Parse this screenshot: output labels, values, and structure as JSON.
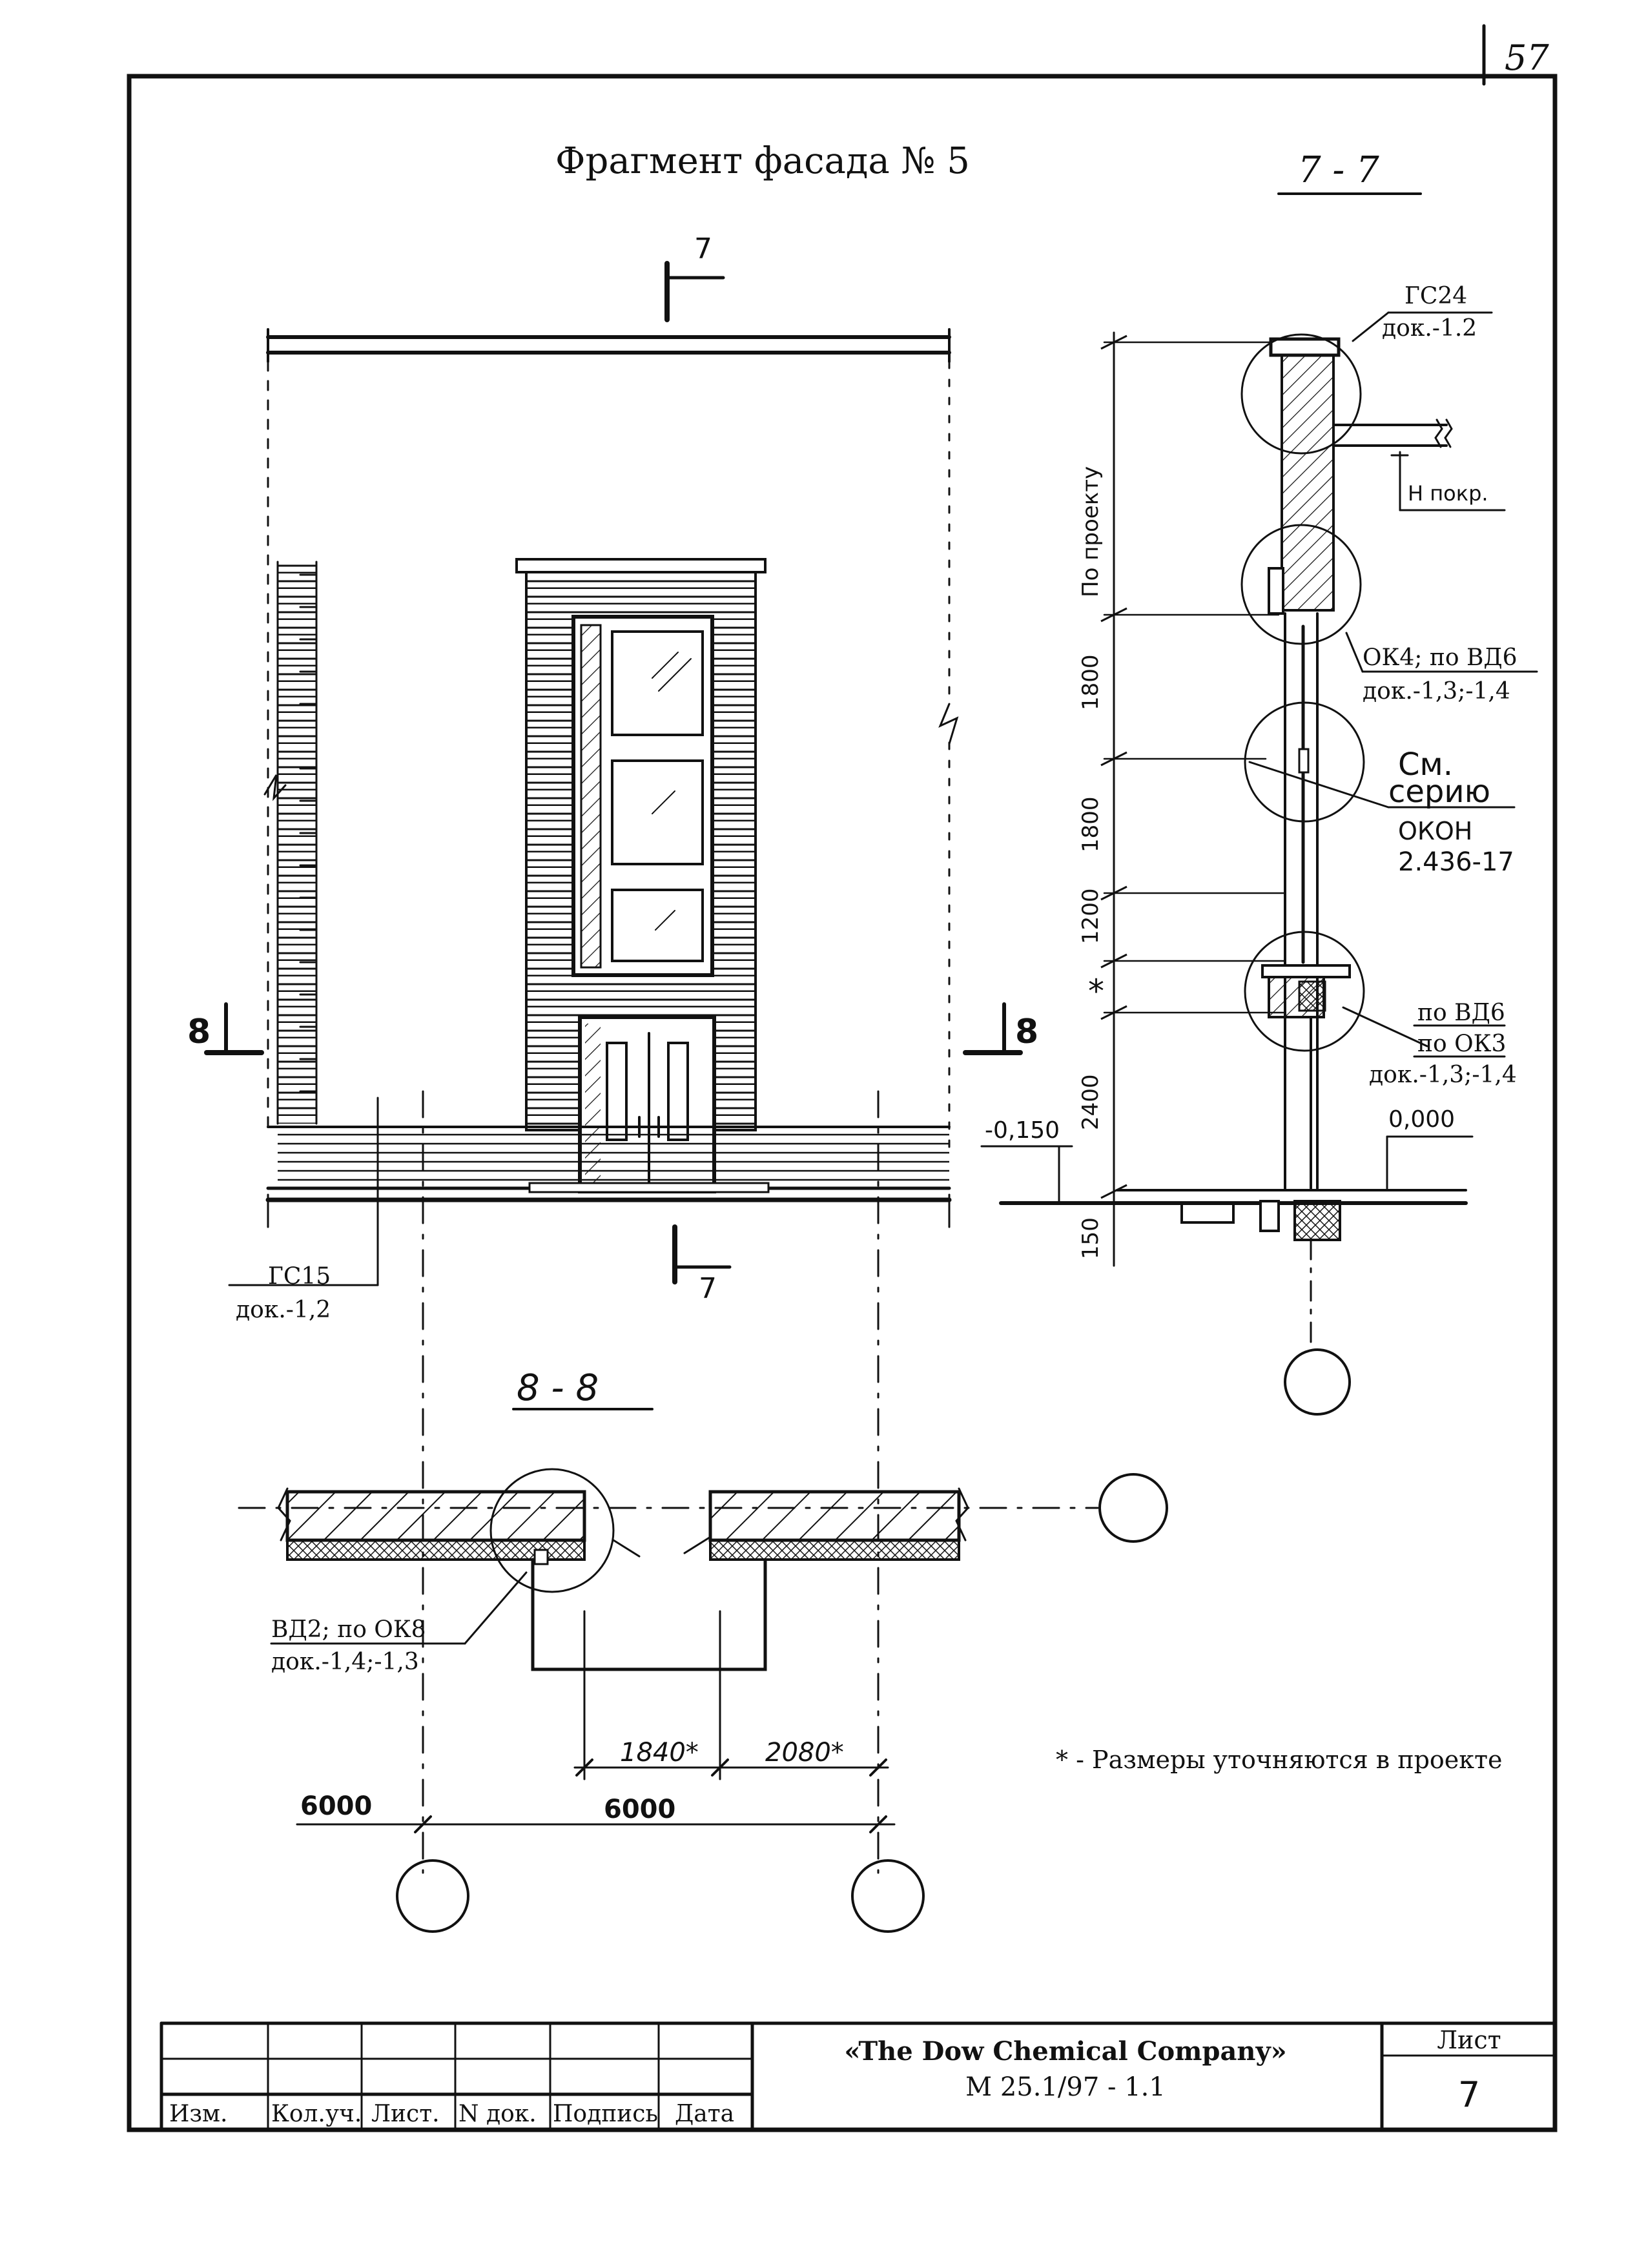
{
  "page_number": "57",
  "title": "Фрагмент фасада № 5",
  "sections": {
    "s77": "7 - 7",
    "s88": "8 - 8",
    "mark_7": "7",
    "mark_8": "8"
  },
  "callouts": {
    "gs24": "ГС24",
    "gs24_doc": "док.-1.2",
    "h_pokr": "Н покр.",
    "ok4": "ОК4; по ВД6",
    "ok4_doc": "док.-1,3;-1,4",
    "see_series_1": "См.",
    "see_series_2": "серию",
    "see_series_3": "ОКОН",
    "see_series_4": "2.436-17",
    "vd6": "по ВД6",
    "ok3": "по ОК3",
    "vd6_doc": "док.-1,3;-1,4",
    "gs15": "ГС15",
    "gs15_doc": "док.-1,2",
    "vd2": "ВД2; по ОК8",
    "vd2_doc": "док.-1,4;-1,3"
  },
  "levels": {
    "minus": "-0,150",
    "zero": "0,000"
  },
  "dimensions": {
    "po_proektu": "По проекту",
    "d1800a": "1800",
    "d1800b": "1800",
    "d1200": "1200",
    "star": "*",
    "d2400": "2400",
    "d150": "150",
    "d1840": "1840*",
    "d2080": "2080*",
    "d6000a": "6000",
    "d6000b": "6000"
  },
  "note": "* - Размеры уточняются в проекте",
  "title_block": {
    "company": "«The Dow Chemical Company»",
    "code": "М 25.1/97 - 1.1",
    "sheet_label": "Лист",
    "sheet_value": "7",
    "cols": [
      "Изм.",
      "Кол.уч.",
      "Лист.",
      "N док.",
      "Подпись",
      "Дата"
    ]
  }
}
